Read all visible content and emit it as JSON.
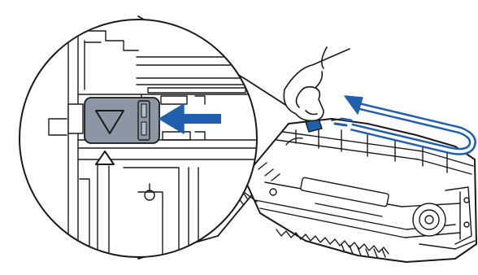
{
  "figure": {
    "alt": "",
    "colors": {
      "line": "#1a1a1a",
      "fill": "#ffffff",
      "tab_fill": "#8c96a4",
      "arrow_blue": "#1f5fae"
    },
    "icons": {
      "zoom_tab": "triangle-down-glyph",
      "pointer": "triangle-up-glyph",
      "push_arrow": "arrow-left",
      "slide_arrow": "u-turn-arrow"
    }
  }
}
